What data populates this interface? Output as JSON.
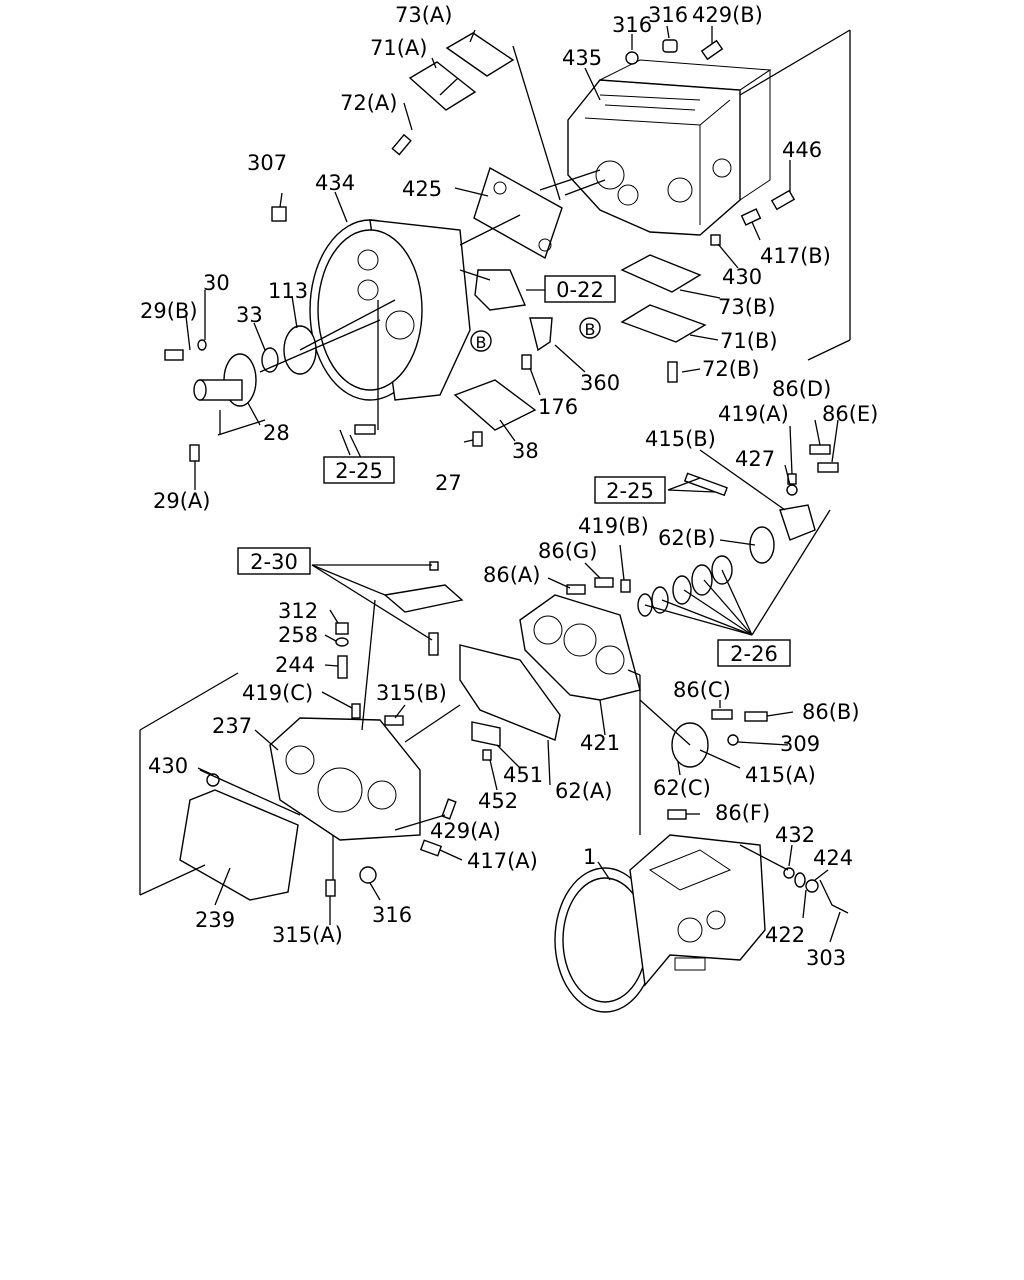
{
  "labels": {
    "l_73A": "73(A)",
    "l_71A": "71(A)",
    "l_72A": "72(A)",
    "l_316a": "316",
    "l_316b": "316",
    "l_429B": "429(B)",
    "l_435": "435",
    "l_307": "307",
    "l_434": "434",
    "l_425": "425",
    "l_446": "446",
    "l_417B": "417(B)",
    "l_430a": "430",
    "l_73B": "73(B)",
    "l_71B": "71(B)",
    "l_72B": "72(B)",
    "l_30": "30",
    "l_113": "113",
    "l_29B": "29(B)",
    "l_33": "33",
    "l_360": "360",
    "l_176": "176",
    "l_28": "28",
    "l_38": "38",
    "l_27": "27",
    "l_29A": "29(A)",
    "l_86D": "86(D)",
    "l_419A": "419(A)",
    "l_86E": "86(E)",
    "l_415B": "415(B)",
    "l_427": "427",
    "l_419B": "419(B)",
    "l_62B": "62(B)",
    "l_86G": "86(G)",
    "l_86A": "86(A)",
    "l_312": "312",
    "l_258": "258",
    "l_244": "244",
    "l_419C": "419(C)",
    "l_315B": "315(B)",
    "l_237": "237",
    "l_430b": "430",
    "l_421": "421",
    "l_86C": "86(C)",
    "l_86B": "86(B)",
    "l_309": "309",
    "l_415A": "415(A)",
    "l_451": "451",
    "l_452": "452",
    "l_62A": "62(A)",
    "l_62C": "62(C)",
    "l_86F": "86(F)",
    "l_429A": "429(A)",
    "l_417A": "417(A)",
    "l_432": "432",
    "l_424": "424",
    "l_1": "1",
    "l_239": "239",
    "l_316c": "316",
    "l_315A": "315(A)",
    "l_422": "422",
    "l_303": "303"
  },
  "refs": {
    "ref_022": "0-22",
    "ref_225a": "2-25",
    "ref_225b": "2-25",
    "ref_230": "2-30",
    "ref_226": "2-26"
  },
  "markers": {
    "b1": "B",
    "b2": "B"
  }
}
